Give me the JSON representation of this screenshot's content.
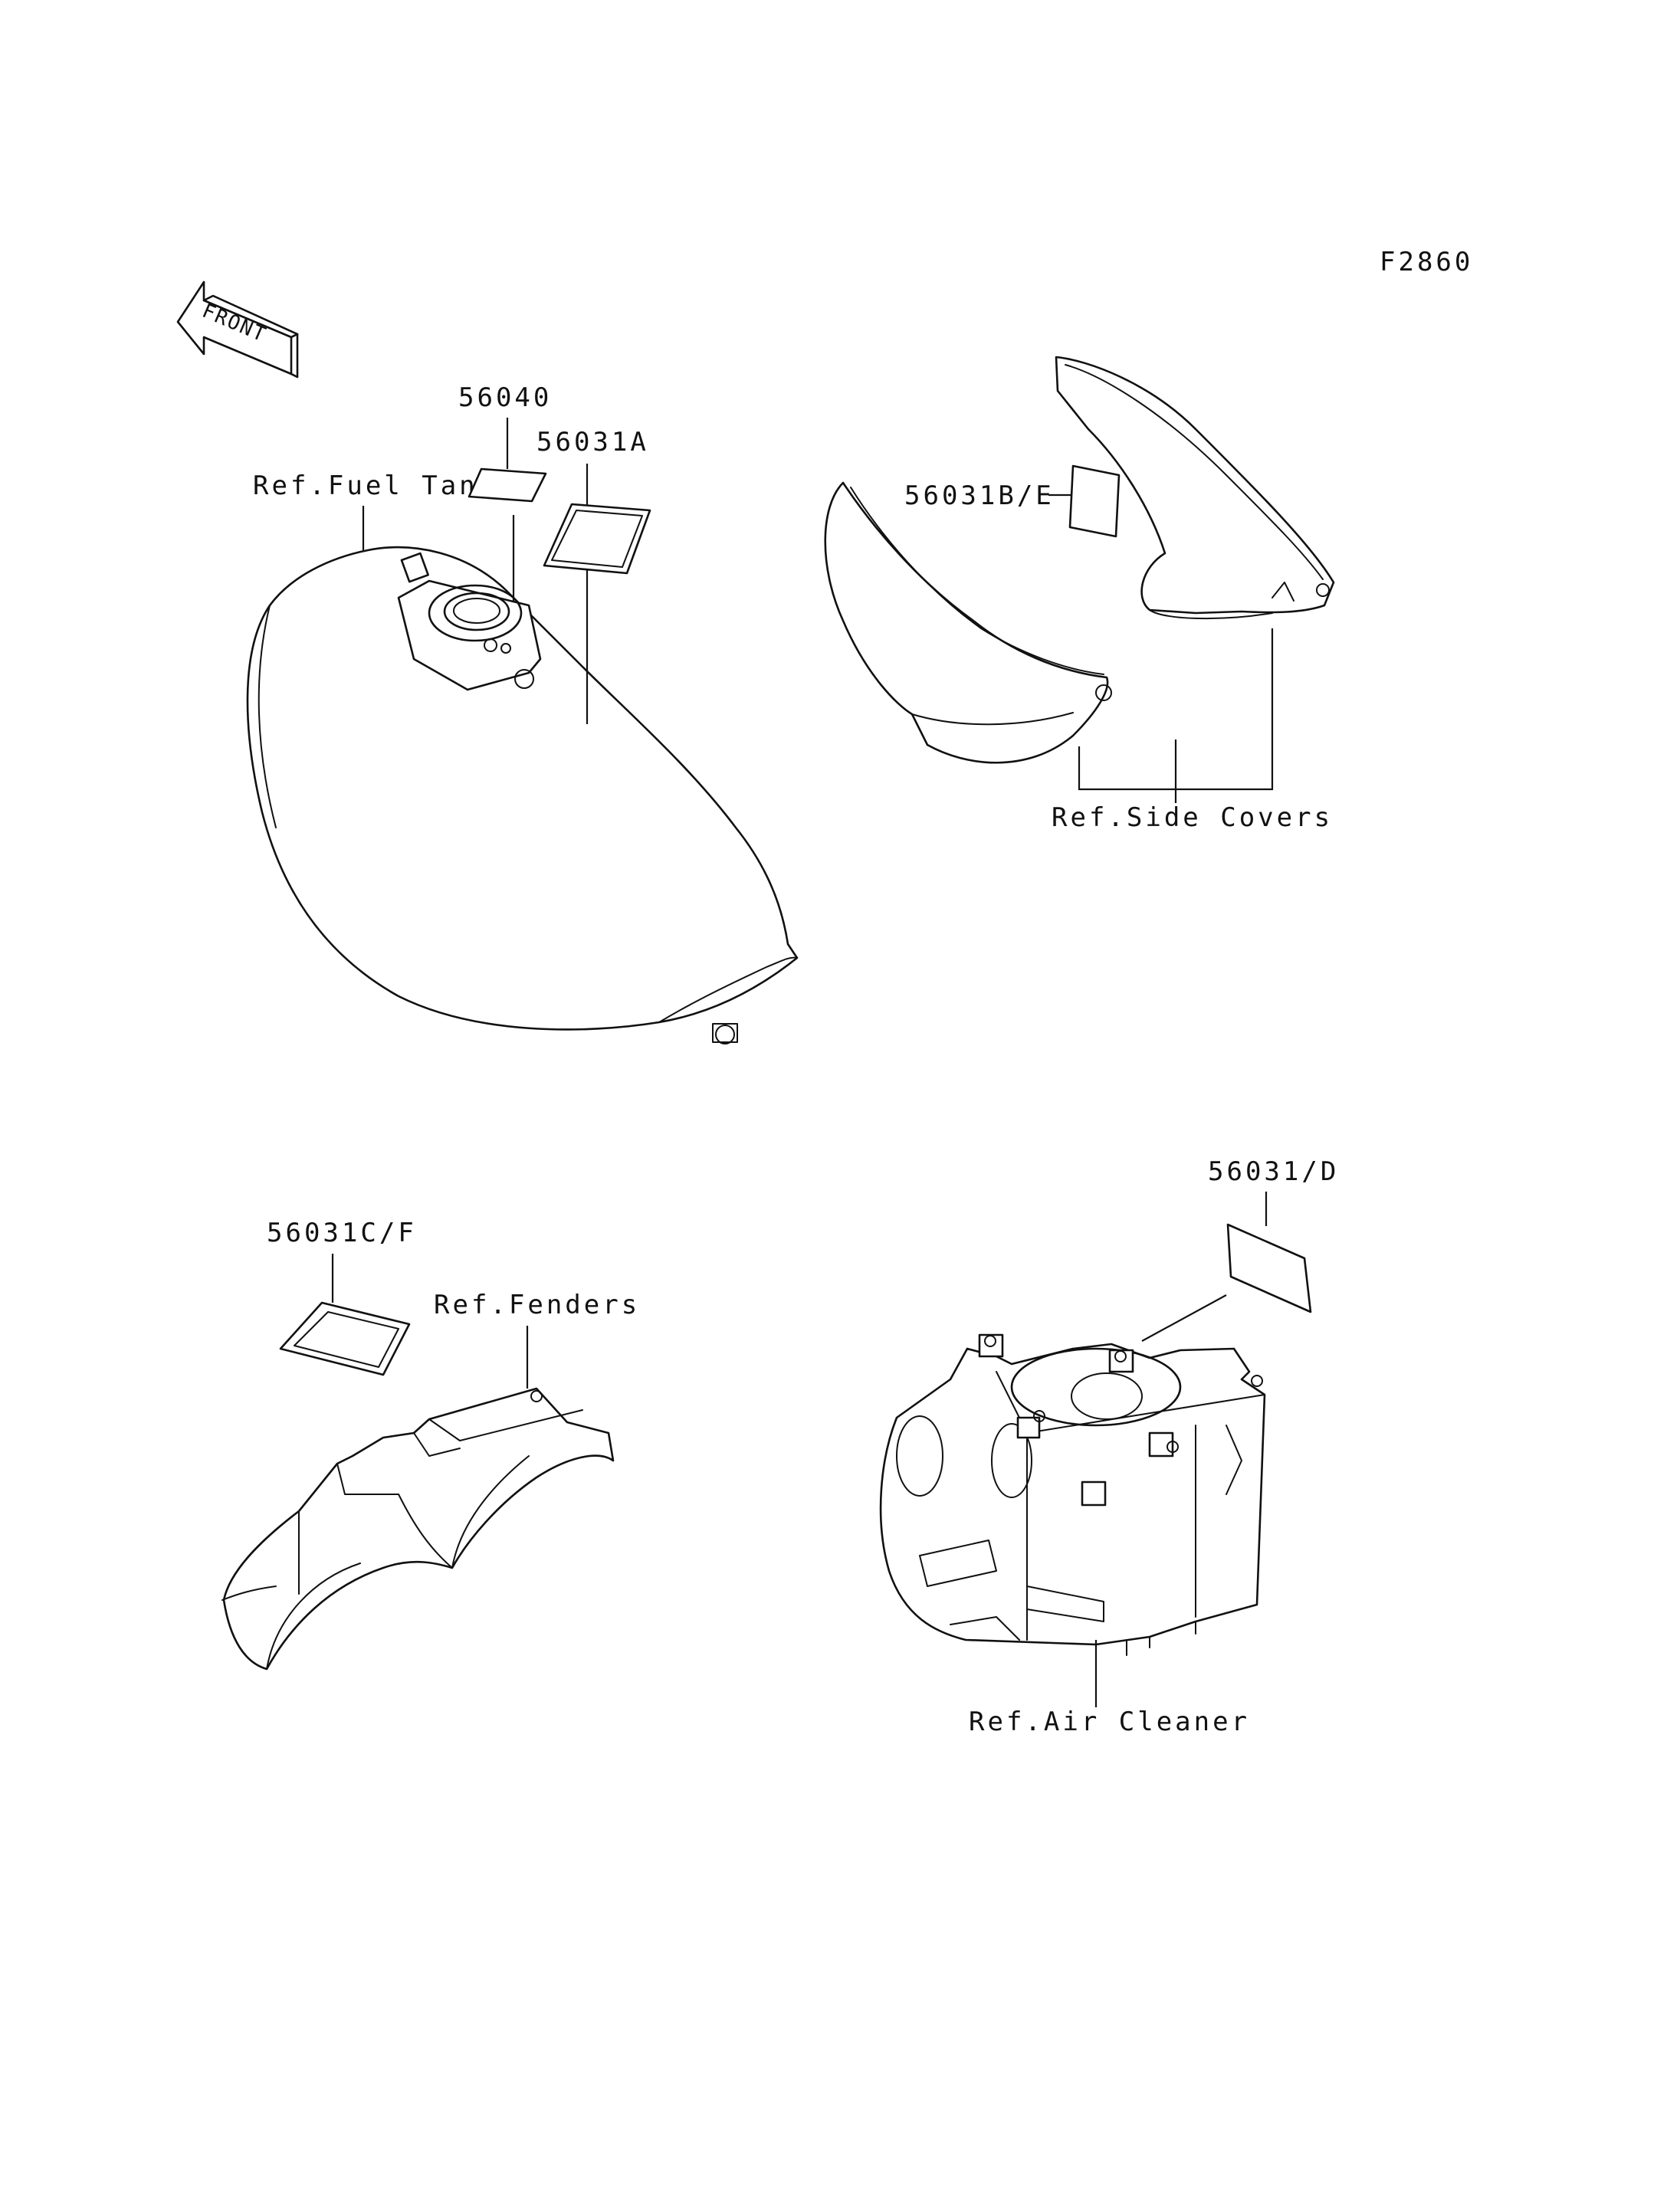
{
  "figure_code": "F2860",
  "front_label": "FRONT",
  "groups": {
    "fuel_tank": {
      "ref_label": "Ref.Fuel Tank",
      "parts": [
        "56040",
        "56031A"
      ]
    },
    "side_covers": {
      "ref_label": "Ref.Side Covers",
      "parts": [
        "56031B/E"
      ]
    },
    "fenders": {
      "ref_label": "Ref.Fenders",
      "parts": [
        "56031C/F"
      ]
    },
    "air_cleaner": {
      "ref_label": "Ref.Air Cleaner",
      "parts": [
        "56031/D"
      ]
    }
  }
}
